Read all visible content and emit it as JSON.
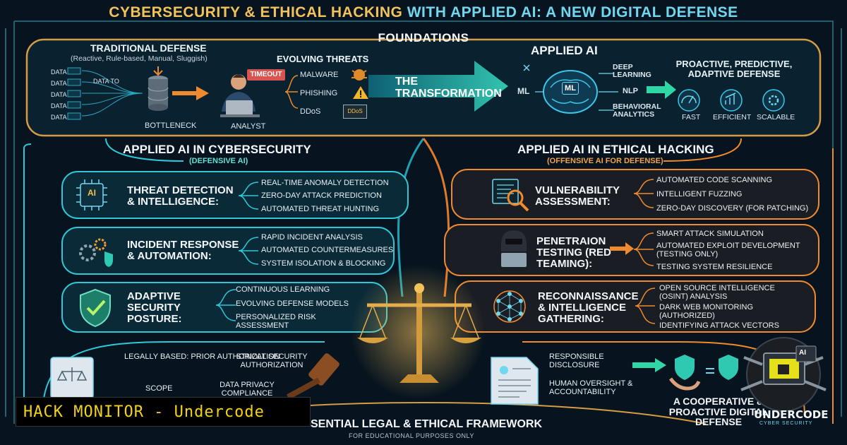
{
  "title_part1": "CYBERSECURITY & ETHICAL HACKING",
  "title_part2": "WITH APPLIED AI: A NEW DIGITAL DEFENSE",
  "foundations": "FOUNDATIONS",
  "traditional": {
    "title": "TRADITIONAL DEFENSE",
    "subtitle": "(Reactive, Rule-based, Manual, Sluggish)",
    "data_labels": [
      "DATA",
      "DATA",
      "DATA",
      "DATA",
      "DATA"
    ],
    "data_to": "DATA TO",
    "bottleneck": "BOTTLENECK",
    "analyst": "ANALYST",
    "timeout": "TIMEOUT"
  },
  "threats": {
    "title": "EVOLVING THREATS",
    "items": [
      "MALWARE",
      "PHISHING",
      "DDoS"
    ],
    "ddos_tag": "DDoS"
  },
  "transformation": "THE TRANSFORMATION",
  "applied_ai": {
    "title": "APPLIED AI",
    "ml_left": "ML",
    "ml_chip": "ML",
    "deep": "DEEP LEARNING",
    "nlp": "NLP",
    "behavioral": "BEHAVIORAL ANALYTICS"
  },
  "proactive": {
    "title": "PROACTIVE, PREDICTIVE, ADAPTIVE DEFENSE",
    "items": [
      "FAST",
      "EFFICIENT",
      "SCALABLE"
    ]
  },
  "defensive": {
    "title": "APPLIED AI IN CYBERSECURITY",
    "subtitle": "(DEFENSIVE AI)",
    "ai_chip": "AI",
    "groups": [
      {
        "heading": "THREAT DETECTION & INTELLIGENCE:",
        "bullets": [
          "REAL-TIME ANOMALY DETECTION",
          "ZERO-DAY ATTACK PREDICTION",
          "AUTOMATED THREAT HUNTING"
        ]
      },
      {
        "heading": "INCIDENT RESPONSE & AUTOMATION:",
        "bullets": [
          "RAPID INCIDENT ANALYSIS",
          "AUTOMATED COUNTERMEASURES",
          "SYSTEM ISOLATION & BLOCKING"
        ]
      },
      {
        "heading": "ADAPTIVE SECURITY POSTURE:",
        "bullets": [
          "CONTINUOUS LEARNING",
          "EVOLVING DEFENSE MODELS",
          "PERSONALIZED RISK ASSESSMENT"
        ]
      }
    ]
  },
  "offensive": {
    "title": "APPLIED AI IN ETHICAL HACKING",
    "subtitle": "(OFFENSIVE AI FOR DEFENSE)",
    "groups": [
      {
        "heading": "VULNERABILITY ASSESSMENT:",
        "bullets": [
          "AUTOMATED CODE SCANNING",
          "INTELLIGENT FUZZING",
          "ZERO-DAY DISCOVERY (FOR PATCHING)"
        ]
      },
      {
        "heading": "PENETRAION TESTING (RED TEAMING):",
        "bullets": [
          "SMART ATTACK SIMULATION",
          "AUTOMATED EXPLOIT DEVELOPMENT (TESTING ONLY)",
          "TESTING SYSTEM RESILIENCE"
        ]
      },
      {
        "heading": "RECONNAISSANCE & INTELLIGENCE GATHERING:",
        "bullets": [
          "OPEN SOURCE INTELLIGENCE (OSINT) ANALYSIS",
          "DARK WEB MONITORING (AUTHORIZED)",
          "IDENTIFYING ATTACK VECTORS"
        ]
      }
    ]
  },
  "legal": {
    "left_items": [
      "LEGALLY BASED: PRIOR AUTHORIZATION",
      "STNOLL SECURITY AUTHORIZATION",
      "SCOPE",
      "DATA PRIVACY COMPLIANCE"
    ],
    "right_items": [
      "RESPONSIBLE DISCLOSURE",
      "HUMAN OVERSIGHT & ACCOUNTABILITY"
    ],
    "footer_title": "SENTIAL LEGAL & ETHICAL FRAMEWORK",
    "footer_sub": "FOR EDUCATIONAL PURPOSES ONLY"
  },
  "cooperative": "A COOPERATIVE & PROACTIVE DIGITAL DEFENSE",
  "badge": {
    "ai": "AI",
    "brand": "UNDERCODE",
    "brand_sub": "CYBER SECURITY"
  },
  "watermark": "HACK MONITOR - Undercode",
  "colors": {
    "teal": "#2fc8d8",
    "orange": "#f08a2c",
    "gold": "#e0a548",
    "bg": "#07141f"
  }
}
